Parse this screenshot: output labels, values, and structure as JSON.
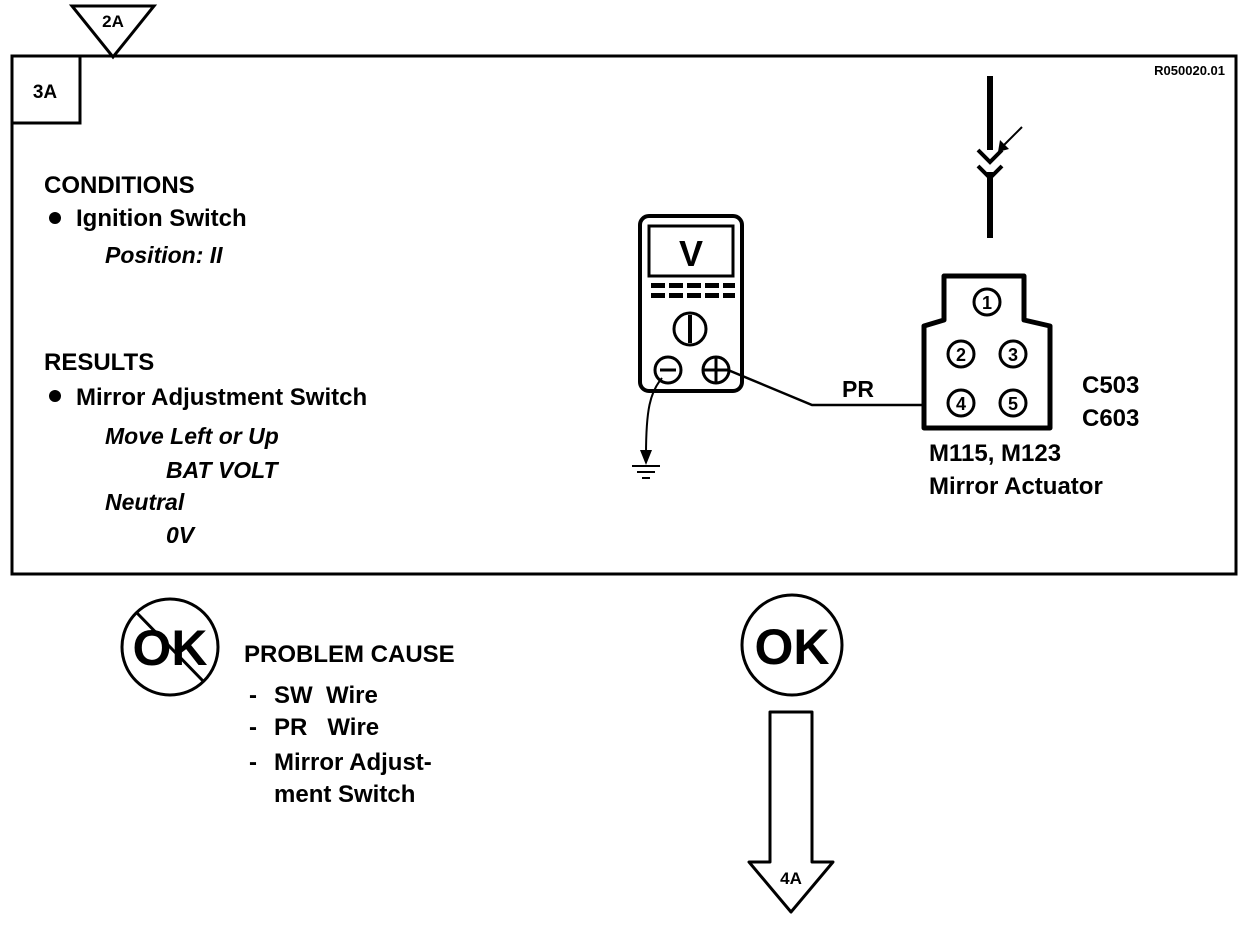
{
  "header": {
    "prev_step": "2A",
    "step": "3A",
    "ref_code": "R050020.01"
  },
  "conditions": {
    "title": "CONDITIONS",
    "item": "Ignition Switch",
    "detail": "Position: II"
  },
  "results": {
    "title": "RESULTS",
    "item": "Mirror Adjustment Switch",
    "lines": [
      "Move Left or Up",
      "BAT VOLT",
      "Neutral",
      "0V"
    ]
  },
  "meter": {
    "display": "V"
  },
  "wire": {
    "label": "PR"
  },
  "connector": {
    "pins": [
      "1",
      "2",
      "3",
      "4",
      "5"
    ],
    "codes": [
      "C503",
      "C603"
    ],
    "part_ids": "M115, M123",
    "part_name": "Mirror Actuator"
  },
  "not_ok": {
    "symbol": "OK",
    "title": "PROBLEM CAUSE",
    "causes": [
      "SW  Wire",
      "PR   Wire",
      "Mirror Adjust-",
      "ment Switch"
    ]
  },
  "ok": {
    "symbol": "OK",
    "next_step": "4A"
  }
}
